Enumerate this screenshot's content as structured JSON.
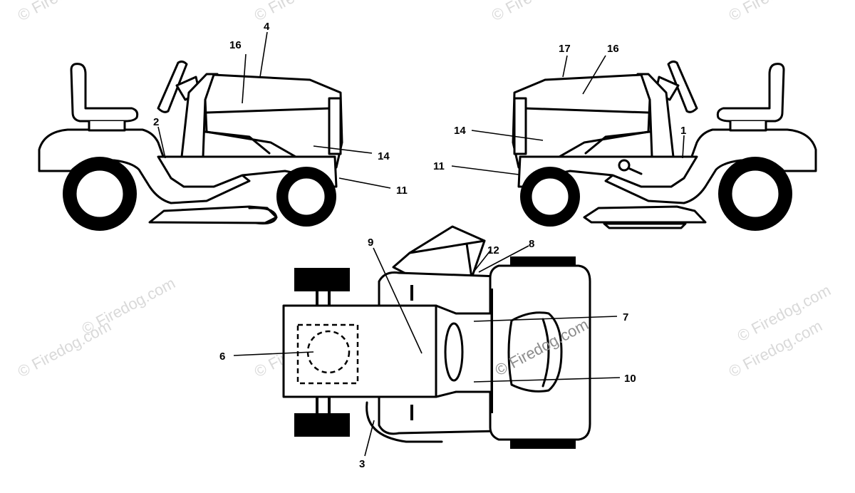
{
  "watermark": "© Firedog.com",
  "callouts": {
    "left_16": "16",
    "left_4": "4",
    "left_2": "2",
    "left_14": "14",
    "left_11": "11",
    "right_17": "17",
    "right_16": "16",
    "right_14": "14",
    "right_11": "11",
    "right_1": "1",
    "top_9": "9",
    "top_12": "12",
    "top_8": "8",
    "top_7": "7",
    "top_6": "6",
    "top_10": "10",
    "top_3": "3"
  }
}
